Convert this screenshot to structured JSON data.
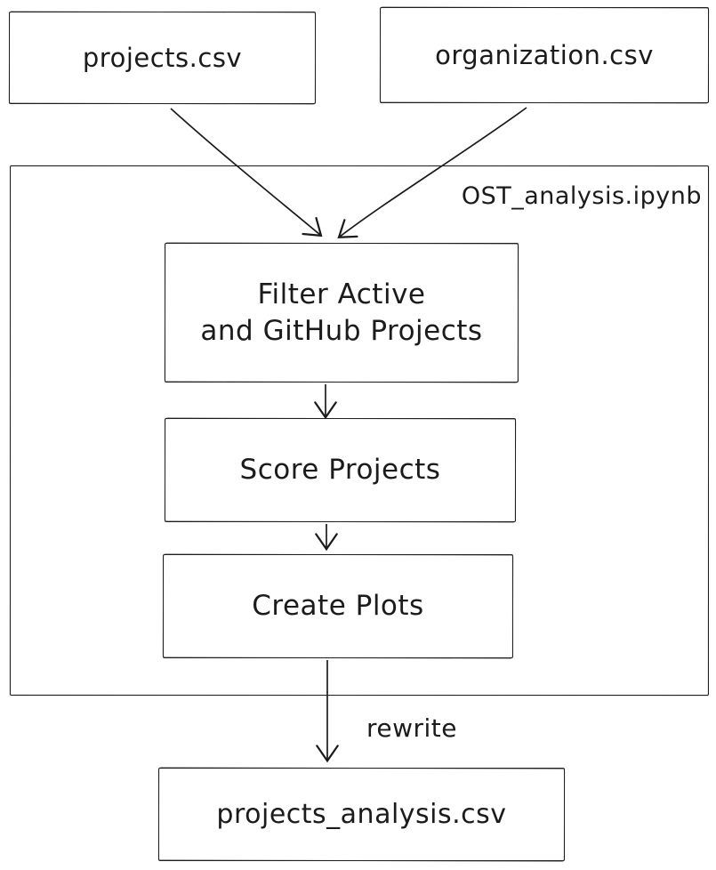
{
  "diagram": {
    "colors": {
      "stroke": "#1b1b1b",
      "background": "#ffffff"
    },
    "inputs": [
      {
        "label": "projects.csv"
      },
      {
        "label": "organization.csv"
      }
    ],
    "notebook": {
      "label": "OST_analysis.ipynb",
      "steps": [
        {
          "line1": "Filter Active",
          "line2": "and GitHub Projects"
        },
        {
          "label": "Score Projects"
        },
        {
          "label": "Create Plots"
        }
      ]
    },
    "output": {
      "label": "projects_analysis.csv"
    },
    "edges": [
      {
        "from": "projects.csv",
        "to": "Filter Active and GitHub Projects",
        "label": ""
      },
      {
        "from": "organization.csv",
        "to": "Filter Active and GitHub Projects",
        "label": ""
      },
      {
        "from": "Filter Active and GitHub Projects",
        "to": "Score Projects",
        "label": ""
      },
      {
        "from": "Score Projects",
        "to": "Create Plots",
        "label": ""
      },
      {
        "from": "Create Plots",
        "to": "projects_analysis.csv",
        "label": "rewrite"
      }
    ]
  }
}
